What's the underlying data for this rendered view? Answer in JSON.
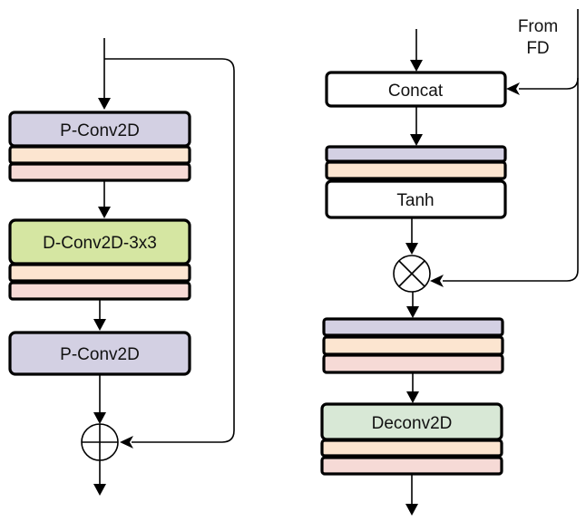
{
  "diagram": {
    "colors": {
      "purple": "#d3d0e3",
      "peach": "#fce5d0",
      "pink": "#f6dad6",
      "lime": "#d5e6a2",
      "mint": "#d8e8d6",
      "white": "#ffffff",
      "stroke": "#000000"
    },
    "left_block": {
      "blocks": [
        {
          "label": "P-Conv2D",
          "color": "purple"
        },
        {
          "label": "D-Conv2D-3x3",
          "color": "lime"
        },
        {
          "label": "P-Conv2D",
          "color": "purple"
        }
      ],
      "sum_operator": "add-circle-icon"
    },
    "right_block": {
      "side_input_label_line1": "From",
      "side_input_label_line2": "FD",
      "blocks": [
        {
          "label": "Concat",
          "color": "white"
        },
        {
          "label": "Tanh",
          "color": "white"
        },
        {
          "label": "Deconv2D",
          "color": "mint"
        }
      ],
      "product_operator": "multiply-circle-icon"
    }
  }
}
